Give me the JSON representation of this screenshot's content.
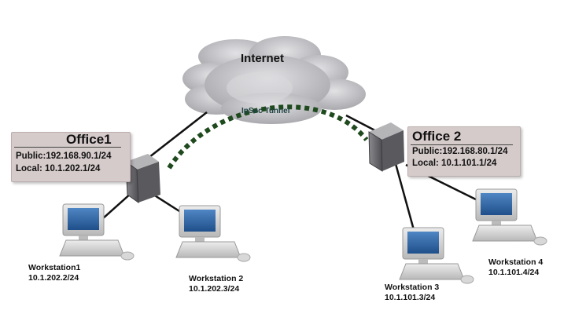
{
  "internet": {
    "label": "Internet"
  },
  "tunnel": {
    "label": "IpSec Tunnel"
  },
  "office1": {
    "title": "Office1",
    "public": "Public:192.168.90.1/24",
    "local": "Local: 10.1.202.1/24"
  },
  "office2": {
    "title": "Office 2",
    "public": "Public:192.168.80.1/24",
    "local": "Local:  10.1.101.1/24"
  },
  "workstations": [
    {
      "name": "Workstation1",
      "ip": "10.1.202.2/24"
    },
    {
      "name": "Workstation 2",
      "ip": "10.1.202.3/24"
    },
    {
      "name": "Workstation 3",
      "ip": "10.1.101.3/24"
    },
    {
      "name": "Workstation 4",
      "ip": "10.1.101.4/24"
    }
  ],
  "colors": {
    "cloud": "#c4c4c7",
    "tunnel": "#1e4a1e",
    "office_box": "#d6cbcb",
    "router": "#6e6e72",
    "screen": "#2d5f9e"
  },
  "icons": {
    "cloud": "cloud-icon",
    "router": "router-icon",
    "workstation": "workstation-icon"
  }
}
